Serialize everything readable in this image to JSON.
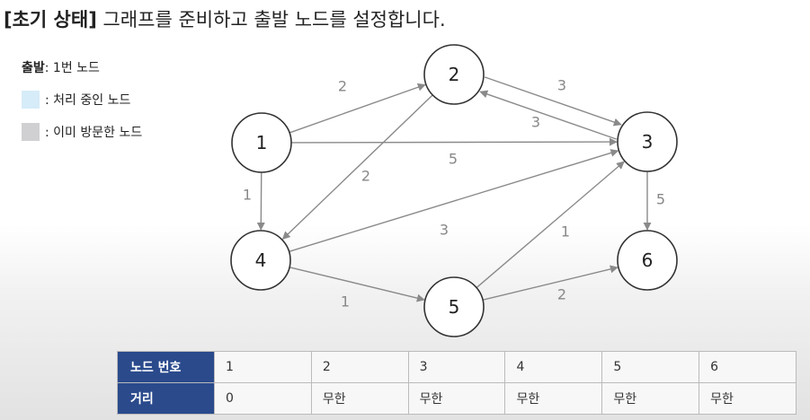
{
  "title": {
    "tag": "[초기 상태]",
    "text": "그래프를 준비하고 출발 노드를 설정합니다."
  },
  "legend": {
    "start_key": "출발",
    "start_value": ": 1번 노드",
    "processing_label": ": 처리 중인 노드",
    "visited_label": ": 이미 방문한 노드",
    "processing_color": "#d6ecf8",
    "visited_color": "#d0d0d2"
  },
  "graph": {
    "nodes": [
      "1",
      "2",
      "3",
      "4",
      "5",
      "6"
    ],
    "edges": [
      {
        "from": "1",
        "to": "2",
        "weight": "2"
      },
      {
        "from": "1",
        "to": "3",
        "weight": "5"
      },
      {
        "from": "1",
        "to": "4",
        "weight": "1"
      },
      {
        "from": "2",
        "to": "3",
        "weight": "3"
      },
      {
        "from": "3",
        "to": "2",
        "weight": "3"
      },
      {
        "from": "2",
        "to": "4",
        "weight": "2"
      },
      {
        "from": "3",
        "to": "6",
        "weight": "5"
      },
      {
        "from": "4",
        "to": "3",
        "weight": "3"
      },
      {
        "from": "4",
        "to": "5",
        "weight": "1"
      },
      {
        "from": "5",
        "to": "3",
        "weight": "1"
      },
      {
        "from": "5",
        "to": "6",
        "weight": "2"
      }
    ]
  },
  "table": {
    "row1_header": "노드 번호",
    "row2_header": "거리",
    "node_numbers": [
      "1",
      "2",
      "3",
      "4",
      "5",
      "6"
    ],
    "distances": [
      "0",
      "무한",
      "무한",
      "무한",
      "무한",
      "무한"
    ],
    "header_color": "#2a4a8c"
  }
}
